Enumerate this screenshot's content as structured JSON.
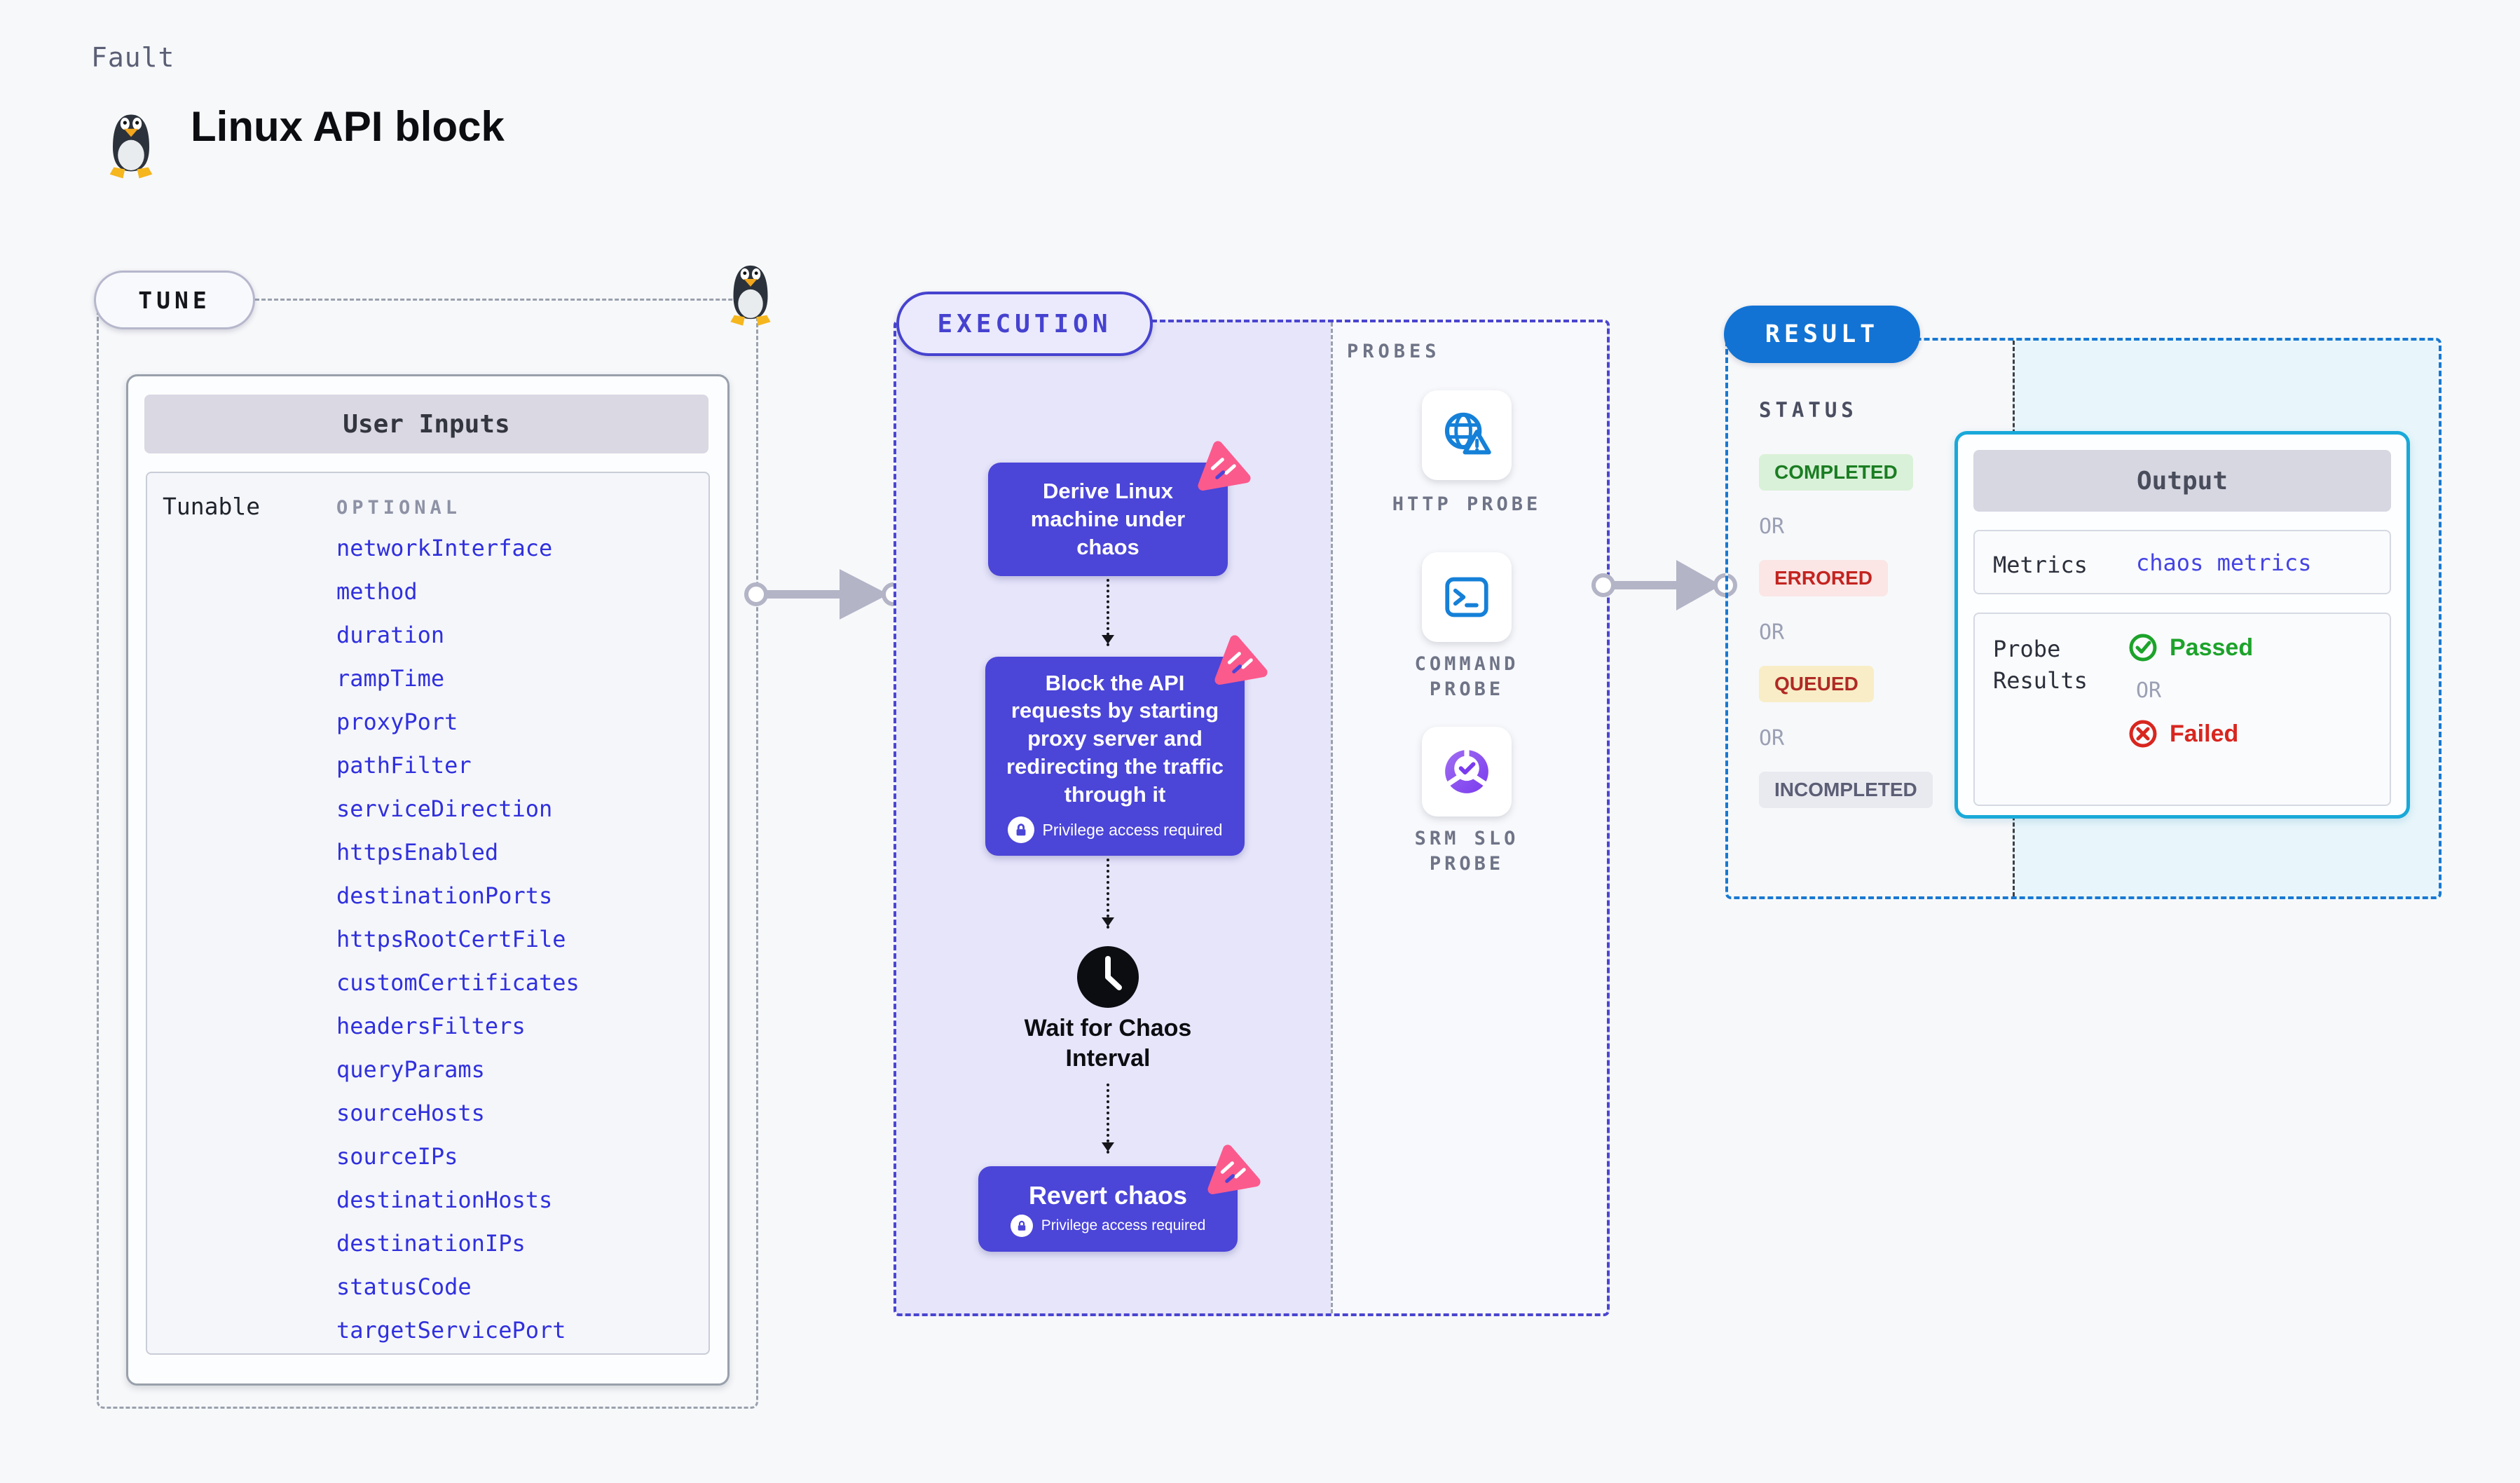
{
  "header": {
    "fault_label": "Fault",
    "title": "Linux API block"
  },
  "tune": {
    "pill": "TUNE",
    "card_title": "User Inputs",
    "row_label": "Tunable",
    "column_label": "OPTIONAL",
    "params": [
      "networkInterface",
      "method",
      "duration",
      "rampTime",
      "proxyPort",
      "pathFilter",
      "serviceDirection",
      "httpsEnabled",
      "destinationPorts",
      "httpsRootCertFile",
      "customCertificates",
      "headersFilters",
      "queryParams",
      "sourceHosts",
      "sourceIPs",
      "destinationHosts",
      "destinationIPs",
      "statusCode",
      "targetServicePort"
    ]
  },
  "execution": {
    "pill": "EXECUTION",
    "steps": {
      "derive": "Derive Linux machine under chaos",
      "block": "Block the API requests by starting proxy server and redirecting the traffic through it",
      "wait": "Wait for Chaos Interval",
      "revert": "Revert chaos",
      "privilege_note": "Privilege access required"
    },
    "probes": {
      "label": "PROBES",
      "items": [
        {
          "name": "HTTP PROBE",
          "icon": "globe-alert-icon"
        },
        {
          "name": "COMMAND PROBE",
          "icon": "terminal-icon"
        },
        {
          "name": "SRM SLO PROBE",
          "icon": "slo-check-icon"
        }
      ]
    }
  },
  "result": {
    "pill": "RESULT",
    "status_label": "STATUS",
    "or_label": "OR",
    "statuses": [
      {
        "label": "COMPLETED",
        "type": "completed"
      },
      {
        "label": "ERRORED",
        "type": "errored"
      },
      {
        "label": "QUEUED",
        "type": "queued"
      },
      {
        "label": "INCOMPLETED",
        "type": "incompleted"
      }
    ],
    "output": {
      "title": "Output",
      "metrics_label": "Metrics",
      "metrics_value": "chaos metrics",
      "probe_results_label": "Probe Results",
      "passed": "Passed",
      "or_label": "OR",
      "failed": "Failed"
    }
  },
  "colors": {
    "page_bg": "#f7f8fa",
    "indigo_accent": "#4642cf",
    "step_purple": "#4b45d8",
    "execution_bg": "#e6e5fa",
    "pink_badge": "#fb5a8d",
    "result_blue": "#1273d4",
    "result_dash": "#1878d2",
    "output_border": "#19a9d9",
    "output_bg": "#e8f6fb",
    "param_blue": "#3030dd",
    "passed_green": "#1ca32a",
    "failed_red": "#d8261f",
    "arrow_gray": "#b3b4c6"
  }
}
